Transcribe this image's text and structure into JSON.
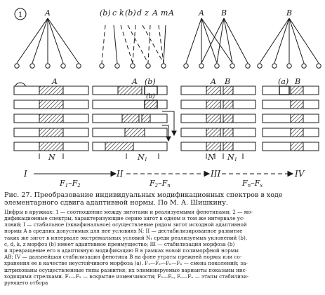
{
  "part1": {
    "marker": "1",
    "fan_labels": [
      "A",
      "b",
      "c",
      "k",
      "b",
      "d",
      "z",
      "A",
      "m",
      "A",
      "A",
      "B",
      "B"
    ]
  },
  "part2": {
    "marker": "2",
    "col1": {
      "top": "A",
      "bottom": "N"
    },
    "col2": {
      "top_a": "A",
      "top_b": "(b)",
      "inner_b": "(b)",
      "bottom": "N",
      "bottom_sub": "1"
    },
    "col3": {
      "top_a": "A",
      "top_b": "B",
      "bottom_n": "N",
      "bottom_n1": "N",
      "bottom_sub": "1"
    },
    "col4": {
      "top_a": "(a)",
      "top_b": "B"
    }
  },
  "stages": {
    "names": [
      "I",
      "II",
      "III",
      "IV"
    ],
    "transitions": [
      {
        "label": "F",
        "s1": "1",
        "mid": "–F",
        "s2": "2"
      },
      {
        "label": "F",
        "s1": "2",
        "mid": "–F",
        "s2": "n"
      },
      {
        "label": "F",
        "s1": "n",
        "mid": "–F",
        "s2": "x"
      }
    ]
  },
  "caption": {
    "title_lines": [
      "Рис. 27. Преобразование индивидуальных модификационных спектров в ходе",
      "элементарного сдвига адаптивной нормы. По М. А. Шишкину."
    ],
    "body_lines": [
      "Цифры в кружках: 1 — соотношение между зиготами и реализуемыми фенотипами; 2 — мо-",
      "дификационные спектры, характеризующие серию зигот в одном и том же интервале ус-",
      "ловий; I — стабильное (эквифинальное) осуществление рядом зигот исходной адаптивной",
      "нормы A в средних допустимых для нее условиях N; II — дестабилизированное развитие",
      "таких же зигот в интервале экстремальных условий N₁ среди реализуемых уклонений (b),",
      "c, d, k, z морфоз (b) имеет адаптивное преимущество; III — стабилизация морфоза (b)",
      "и превращение его в адаптивную модификацию B в рамках новой полиморфной нормы",
      "AB; IV — дальнейшая стабилизация фенотипа B на фоне утраты прежней нормы или со-",
      "хранения ее в качестве неустойчивого морфоза (a). F₁—F₂—Fₙ—Fₓ — смена поколений; за-",
      "штрихованы осуществленные типы развития; их элиминируемые варианты показаны нис-",
      "ходящими стрелками. F₁—F₂ — вскрытие изменчивости; F₂—Fₙ, Fₙ—Fₓ — этапы стабилизи-",
      "рующего отбора"
    ]
  }
}
